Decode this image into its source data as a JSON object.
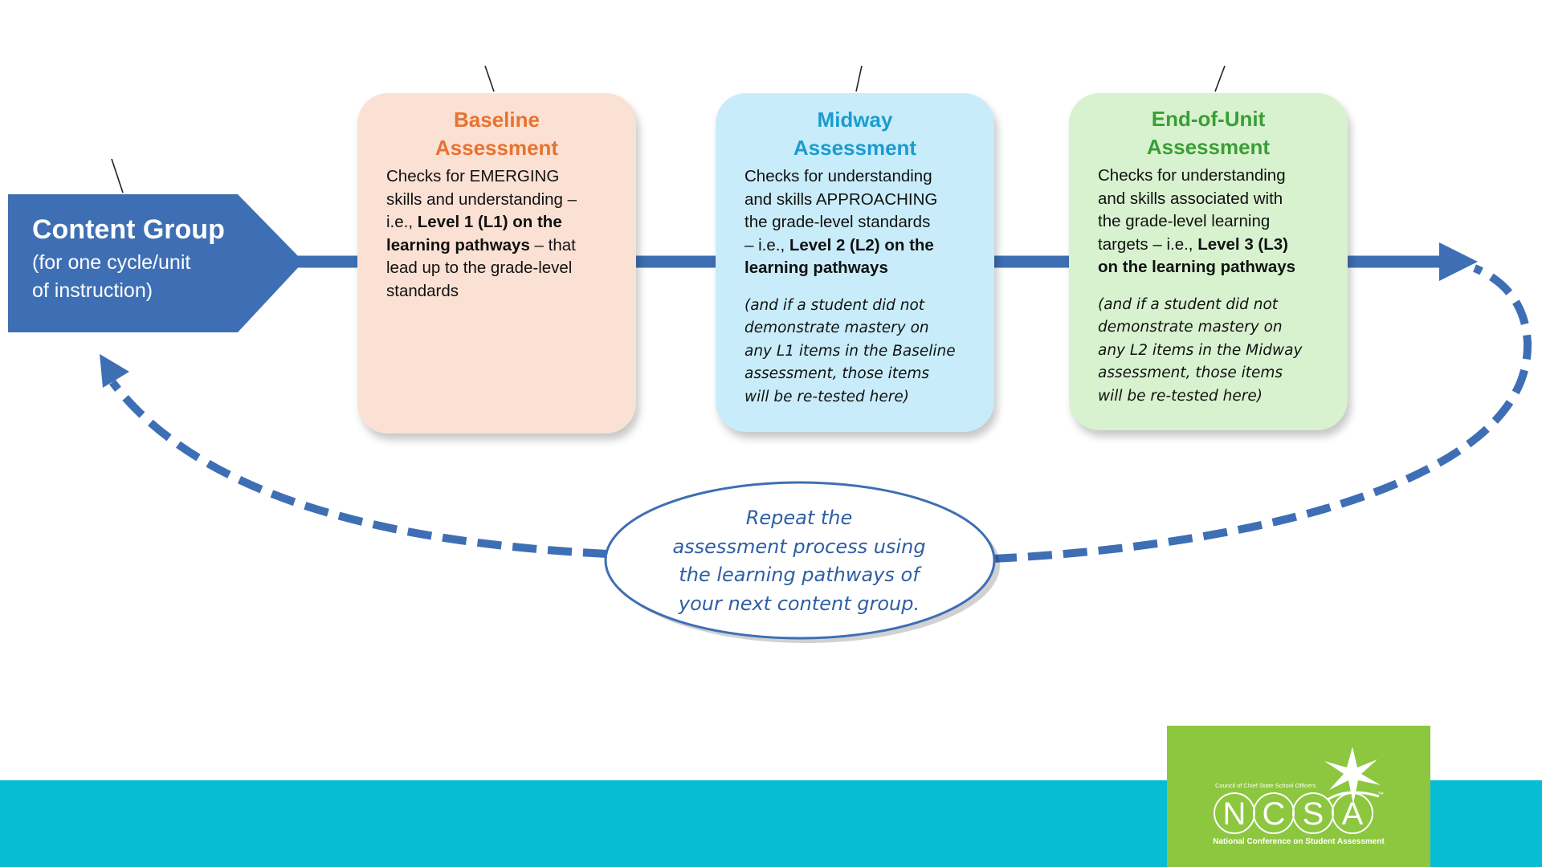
{
  "colors": {
    "primary_blue": "#3e6fb4",
    "baseline_fill": "#fbe1d4",
    "baseline_title": "#e87230",
    "midway_fill": "#c9ecfa",
    "midway_title": "#1b9ccf",
    "end_fill": "#d8f2cf",
    "end_title": "#3a9e37",
    "footer_band": "#08bcd4",
    "logo_fill": "#8dc63f"
  },
  "content_group": {
    "title": "Content Group",
    "subtitle_line1": "(for one cycle/unit",
    "subtitle_line2": "of instruction)"
  },
  "baseline": {
    "title_line1": "Baseline",
    "title_line2": "Assessment",
    "b1": "Checks for EMERGING",
    "b2": "skills and understanding –",
    "b3a": "i.e., ",
    "b3b": "Level 1 (L1) on the",
    "b4a": "learning pathways",
    "b4b": " – that",
    "b5": "lead up to the grade-level",
    "b6": "standards"
  },
  "midway": {
    "title_line1": "Midway",
    "title_line2": "Assessment",
    "b1": "Checks for understanding",
    "b2": "and skills APPROACHING",
    "b3": "the grade-level standards",
    "b4a": "– i.e., ",
    "b4b": "Level 2 (L2) on the",
    "b5": "learning pathways",
    "n1": "(and if a student did not",
    "n2": "demonstrate mastery on",
    "n3": "any L1 items in the Baseline",
    "n4": "assessment, those items",
    "n5": "will be re-tested here)"
  },
  "end_of_unit": {
    "title_line1": "End-of-Unit",
    "title_line2": "Assessment",
    "b1": "Checks for understanding",
    "b2": "and skills associated with",
    "b3": "the grade-level learning",
    "b4a": "targets – i.e., ",
    "b4b": "Level 3 (L3)",
    "b5": "on the learning pathways",
    "n1": "(and if a student did not",
    "n2": "demonstrate mastery on",
    "n3": "any L2 items in the Midway",
    "n4": "assessment, those items",
    "n5": "will be re-tested here)"
  },
  "repeat": {
    "line1": "Repeat the",
    "line2": "assessment process using",
    "line3": "the learning pathways of",
    "line4": "your next content group."
  },
  "logo": {
    "top_text": "Council of Chief State School Officers",
    "letters": [
      "N",
      "C",
      "S",
      "A"
    ],
    "trademark": "™",
    "subtitle": "National Conference on Student Assessment"
  }
}
